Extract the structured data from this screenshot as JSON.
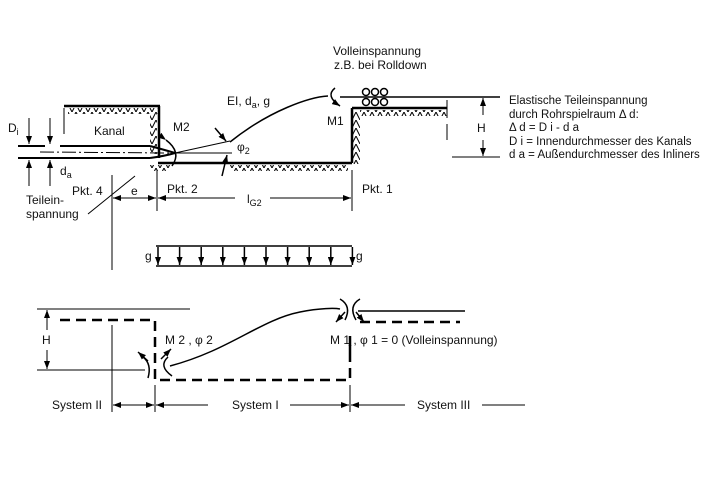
{
  "top_diagram": {
    "headline_line1": "Volleinspannung",
    "headline_line2": "z.B. bei Rolldown",
    "beam_props_prefix": "EI, d",
    "beam_props_sub": "a",
    "beam_props_suffix": ", g",
    "label_Di": "D",
    "label_Di_sub": "i",
    "label_da": "d",
    "label_da_sub": "a",
    "label_kanal": "Kanal",
    "label_m2": "M2",
    "label_m1": "M1",
    "label_phi2": "φ",
    "label_phi2_sub": "2",
    "label_H": "H",
    "label_pkt4": "Pkt. 4",
    "label_pkt2": "Pkt. 2",
    "label_pkt1": "Pkt. 1",
    "label_e": "e",
    "label_lg2": "l",
    "label_lg2_sub": "G2",
    "label_teil1": "Teilein-",
    "label_teil2": "spannung",
    "load_left": "g",
    "load_right": "g"
  },
  "legend": {
    "line1": "Elastische Teileinspannung",
    "line2": "durch Rohrspielraum Δ d:",
    "line3": "Δ d = D i - d a",
    "line4": "D i  = Innendurchmesser des Kanals",
    "line5": "d a  = Außendurchmesser des Inliners"
  },
  "bottom_diagram": {
    "label_H": "H",
    "label_m2phi2": "M 2 , φ 2",
    "label_m1phi1": "M 1 , φ 1 = 0 (Volleinspannung)",
    "system_ii": "System II",
    "system_i": "System I",
    "system_iii": "System III"
  }
}
